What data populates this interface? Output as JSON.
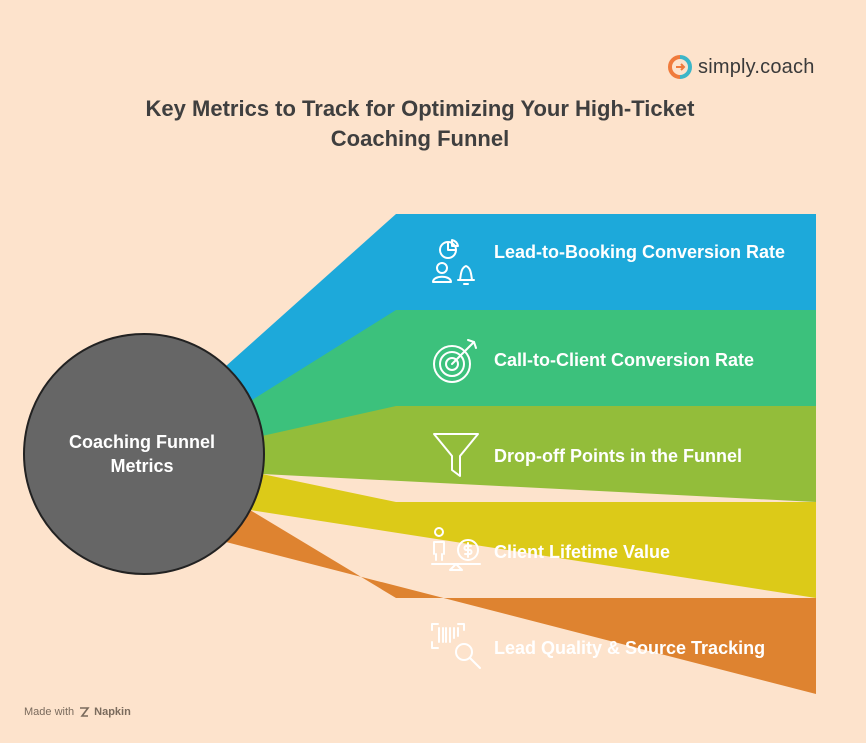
{
  "title": "Key Metrics to Track for Optimizing Your High-Ticket Coaching Funnel",
  "brand": {
    "name": "simply.coach",
    "logo_icon": "simply-coach-logo-icon"
  },
  "center": {
    "label": "Coaching Funnel Metrics",
    "color": "#666666"
  },
  "items": [
    {
      "label": "Lead-to-Booking Conversion Rate",
      "icon": "pie-chart-person-bell-icon",
      "color": "#1da9da"
    },
    {
      "label": "Call-to-Client Conversion Rate",
      "icon": "target-arrow-icon",
      "color": "#3cc17c"
    },
    {
      "label": "Drop-off Points in the Funnel",
      "icon": "funnel-icon",
      "color": "#93bd3a"
    },
    {
      "label": "Client Lifetime Value",
      "icon": "person-dollar-scale-icon",
      "color": "#dcca18"
    },
    {
      "label": "Lead Quality & Source Tracking",
      "icon": "barcode-magnifier-icon",
      "color": "#de8330"
    }
  ],
  "footer": {
    "prefix": "Made with",
    "brand": "Napkin"
  }
}
